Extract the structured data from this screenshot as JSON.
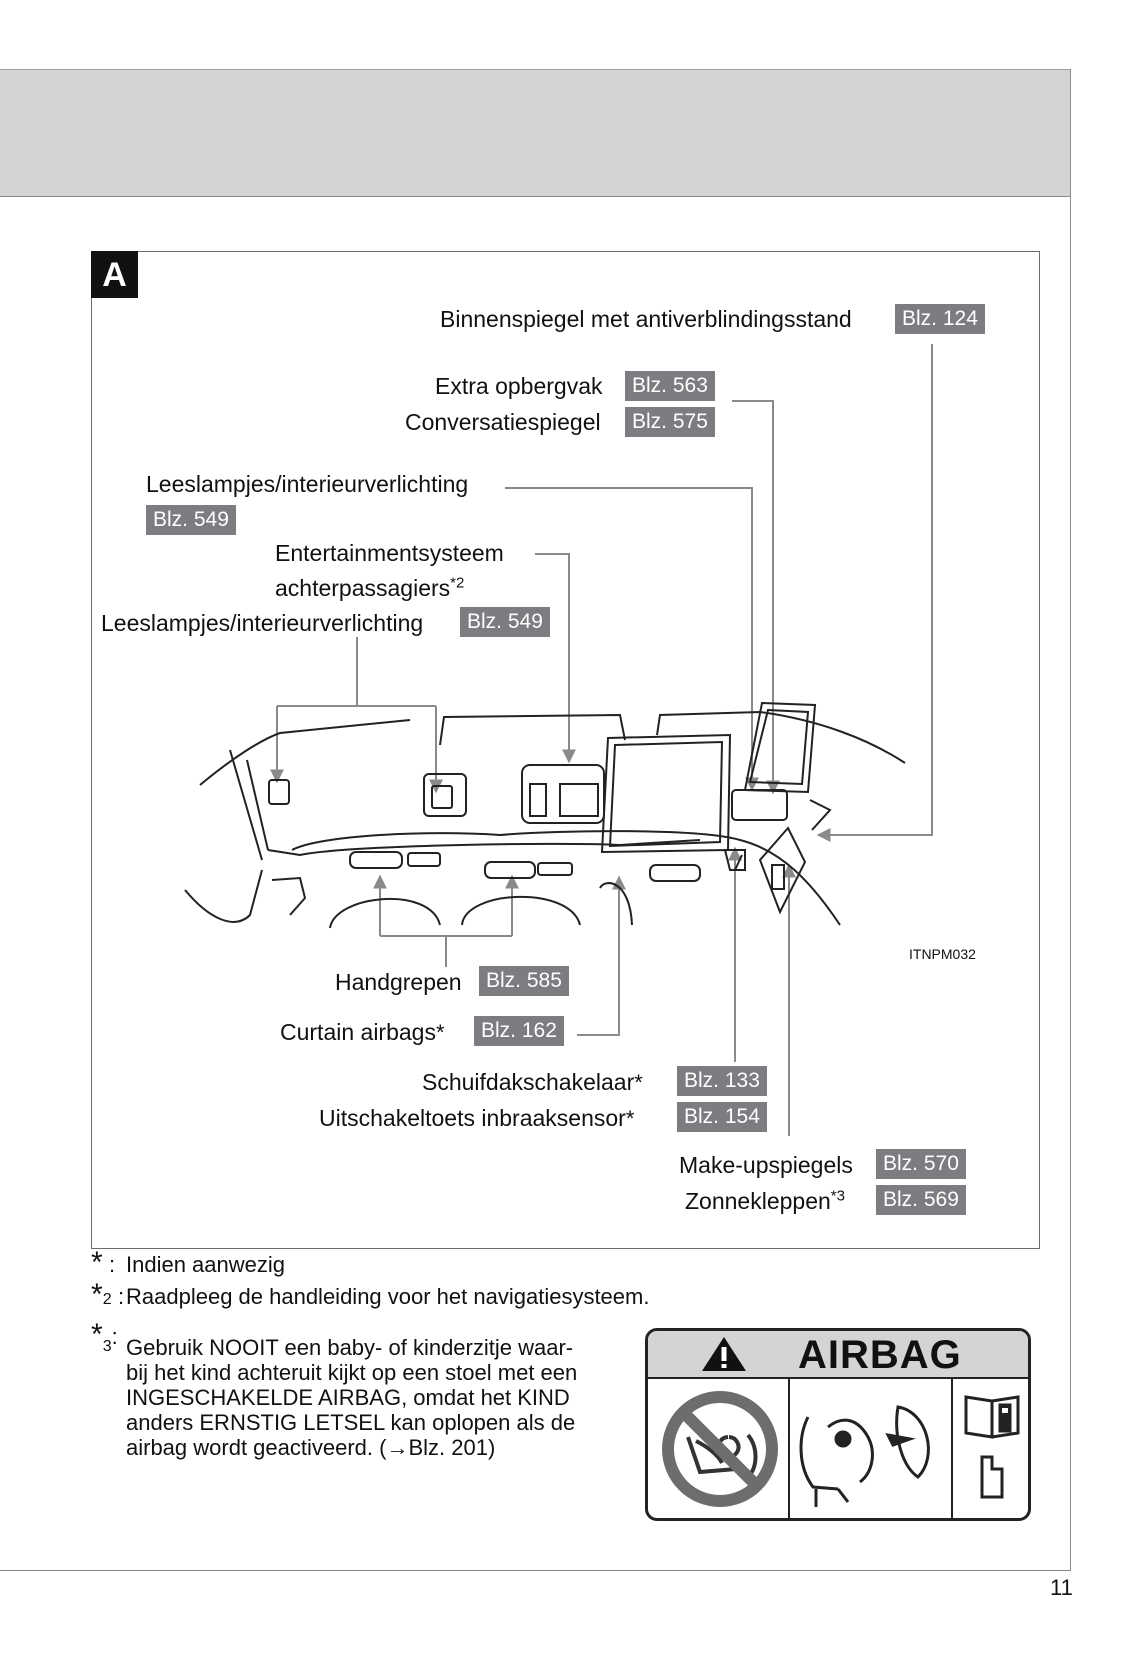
{
  "section_letter": "A",
  "callouts": {
    "rear_view_mirror": {
      "label": "Binnenspiegel met antiverblindingsstand",
      "page": "Blz. 124"
    },
    "extra_storage": {
      "label": "Extra opbergvak",
      "page": "Blz. 563"
    },
    "conversation_mirror": {
      "label": "Conversatiespiegel",
      "page": "Blz. 575"
    },
    "reading_lights_front": {
      "label": "Leeslampjes/interieurverlichting",
      "page": "Blz. 549"
    },
    "rear_entertainment": {
      "line1": "Entertainmentsysteem",
      "line2": "achterpassagiers",
      "mark": "*2"
    },
    "reading_lights_rear": {
      "label": "Leeslampjes/interieurverlichting",
      "page": "Blz. 549"
    },
    "grab_handles": {
      "label": "Handgrepen",
      "page": "Blz. 585"
    },
    "curtain_airbags": {
      "label": "Curtain airbags",
      "mark": "*",
      "page": "Blz. 162"
    },
    "sunroof_switch": {
      "label": "Schuifdakschakelaar",
      "mark": "*",
      "page": "Blz. 133"
    },
    "intrusion_sensor": {
      "label": "Uitschakeltoets inbraaksensor",
      "mark": "*",
      "page": "Blz. 154"
    },
    "vanity_mirrors": {
      "label": "Make-upspiegels",
      "page": "Blz. 570"
    },
    "sun_visors": {
      "label": "Zonnekleppen",
      "mark": "*3",
      "page": "Blz. 569"
    }
  },
  "figure_code": "ITNPM032",
  "notes": {
    "n1": {
      "mark": "*",
      "sep": ":",
      "text": "Indien aanwezig"
    },
    "n2": {
      "mark": "*",
      "num": "2",
      "sep": ":",
      "text": "Raadpleeg de handleiding voor het navigatiesysteem."
    },
    "n3": {
      "mark": "*",
      "num": "3",
      "sep": ":",
      "lines": [
        "Gebruik NOOIT een baby- of kinderzitje waar-",
        "bij het kind achteruit kijkt op een stoel met een",
        "INGESCHAKELDE AIRBAG, omdat het KIND",
        "anders ERNSTIG LETSEL kan oplopen als de",
        "airbag wordt geactiveerd. (→Blz. 201)"
      ]
    }
  },
  "airbag_label": {
    "title": "AIRBAG"
  },
  "page_number": "11",
  "colors": {
    "header_band": "#d3d4d6",
    "page_ref_bg": "#7c7d80",
    "leader_line": "#8a8a8a"
  }
}
